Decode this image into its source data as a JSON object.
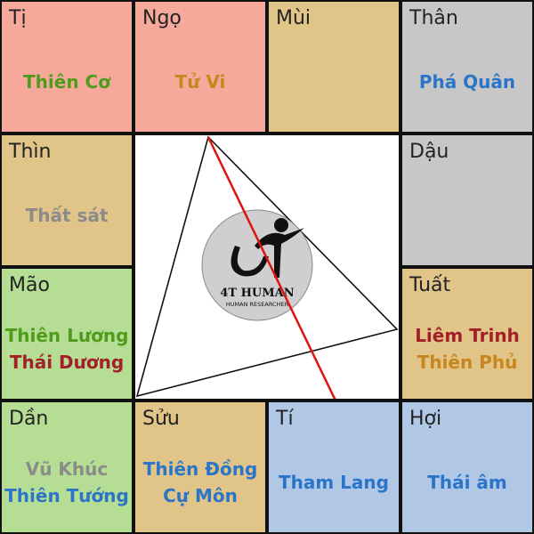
{
  "colors": {
    "red_palace": "#f6a99b",
    "tan_palace": "#e0c488",
    "gray_palace": "#c7c7c7",
    "green_palace": "#b5dd93",
    "blue_palace": "#b0c8e6",
    "border": "#111111",
    "line_red": "#e0140e"
  },
  "palaces": [
    {
      "name": "Tị",
      "bg": "#f6a99b",
      "stars": [
        {
          "text": "Thiên Cơ",
          "color": "#4f9c1c"
        }
      ]
    },
    {
      "name": "Ngọ",
      "bg": "#f6a99b",
      "stars": [
        {
          "text": "Tử Vi",
          "color": "#c8861e"
        }
      ]
    },
    {
      "name": "Mùi",
      "bg": "#e0c488",
      "stars": []
    },
    {
      "name": "Thân",
      "bg": "#c7c7c7",
      "stars": [
        {
          "text": "Phá Quân",
          "color": "#2b75c9"
        }
      ]
    },
    {
      "name": "Thìn",
      "bg": "#e0c488",
      "stars": [
        {
          "text": "Thất sát",
          "color": "#8b8b8b"
        }
      ]
    },
    {
      "name": "Dậu",
      "bg": "#c7c7c7",
      "stars": []
    },
    {
      "name": "Mão",
      "bg": "#b5dd93",
      "stars": [
        {
          "text": "Thiên Lương",
          "color": "#4f9c1c"
        },
        {
          "text": "Thái Dương",
          "color": "#a3202a"
        }
      ]
    },
    {
      "name": "Tuất",
      "bg": "#e0c488",
      "stars": [
        {
          "text": "Liêm Trinh",
          "color": "#a3202a"
        },
        {
          "text": "Thiên Phủ",
          "color": "#c8861e"
        }
      ]
    },
    {
      "name": "Dần",
      "bg": "#b5dd93",
      "stars": [
        {
          "text": "Vũ Khúc",
          "color": "#8b8b8b"
        },
        {
          "text": "Thiên Tướng",
          "color": "#2b75c9"
        }
      ]
    },
    {
      "name": "Sửu",
      "bg": "#e0c488",
      "stars": [
        {
          "text": "Thiên Đồng",
          "color": "#2b75c9"
        },
        {
          "text": "Cự Môn",
          "color": "#2b75c9"
        }
      ]
    },
    {
      "name": "Tí",
      "bg": "#b0c8e6",
      "stars": [
        {
          "text": "Tham Lang",
          "color": "#2b75c9"
        }
      ]
    },
    {
      "name": "Hợi",
      "bg": "#b0c8e6",
      "stars": [
        {
          "text": "Thái âm",
          "color": "#2b75c9"
        }
      ]
    }
  ],
  "logo": {
    "title": "4T HUMAN",
    "subtitle": "HUMAN RESEARCHER"
  }
}
